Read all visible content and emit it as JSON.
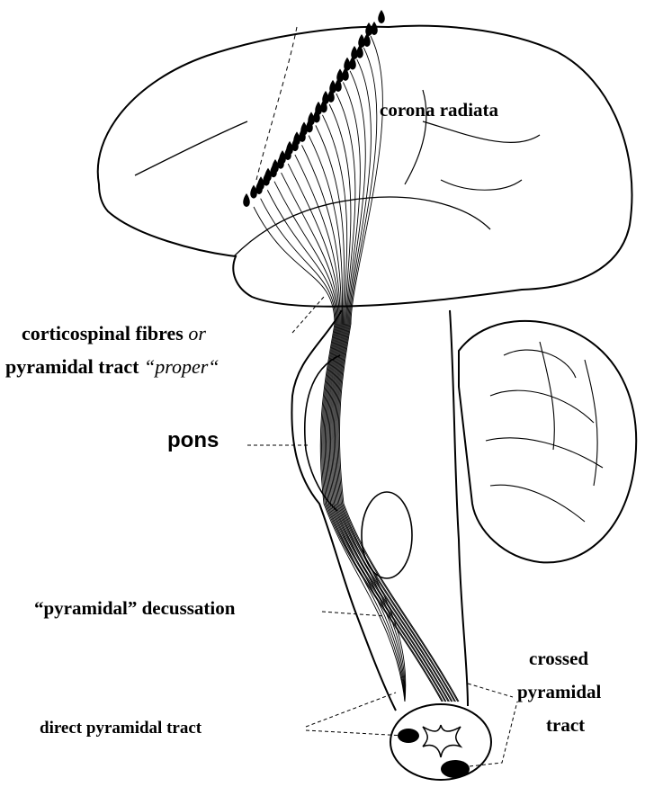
{
  "labels": {
    "corona_radiata": "corona radiata",
    "corticospinal_line1_main": "corticospinal fibres ",
    "corticospinal_line1_or": "or",
    "corticospinal_line2_main": "pyramidal tract ",
    "corticospinal_line2_proper": "“proper“",
    "pons": "pons",
    "decussation": "“pyramidal” decussation",
    "direct_tract": "direct pyramidal tract",
    "crossed_line1": "crossed",
    "crossed_line2": "pyramidal",
    "crossed_line3": "tract"
  },
  "colors": {
    "ink": "#000000",
    "paper": "#ffffff"
  },
  "fibre_count": 18
}
